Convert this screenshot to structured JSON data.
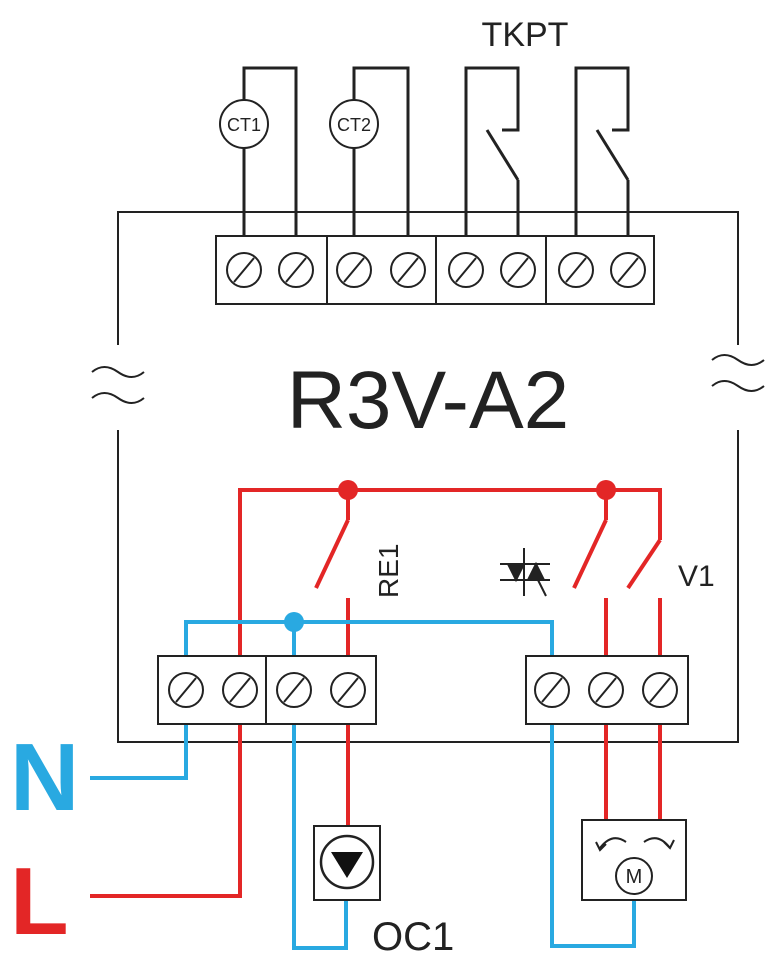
{
  "title": "R3V-A2",
  "sensors": {
    "ct1": "CT1",
    "ct2": "CT2",
    "tkpt": "TKPT"
  },
  "outputs": {
    "re1": "RE1",
    "v1": "V1",
    "oc1": "OC1",
    "motor": "M"
  },
  "mains": {
    "neutral": "N",
    "live": "L"
  },
  "colors": {
    "neutral_wire": "#29a9e1",
    "live_wire": "#e32626",
    "signal_wire": "#222222"
  },
  "icons": {
    "break_symbol": "wave-break-icon",
    "pump": "pump-icon",
    "motor": "motor-icon",
    "triac": "triac-icon"
  }
}
